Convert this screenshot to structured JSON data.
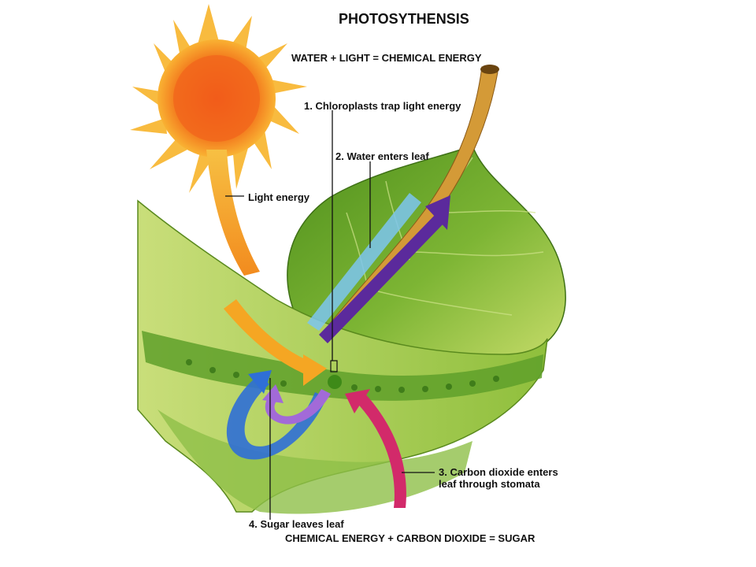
{
  "title": "PHOTOSYTHENSIS",
  "equation_top": "WATER + LIGHT = CHEMICAL ENERGY",
  "equation_bottom": "CHEMICAL ENERGY + CARBON DIOXIDE = SUGAR",
  "labels": {
    "step1": "1.  Chloroplasts trap light energy",
    "step2": "2.  Water enters leaf",
    "light": "Light energy",
    "step3": "3.  Carbon dioxide enters leaf through stomata",
    "step4": "4.  Sugar leaves leaf"
  },
  "colors": {
    "sun_outer": "#f7a21b",
    "sun_inner": "#f05a14",
    "leaf_light": "#a8cc4a",
    "leaf_dark": "#4f8f1f",
    "water": "#7cc6f0",
    "carbon_dioxide": "#d22a6a",
    "sugar": "#6a2c9c",
    "light_arrow": "#f5a623",
    "blue_arrow": "#2f6fd6"
  }
}
